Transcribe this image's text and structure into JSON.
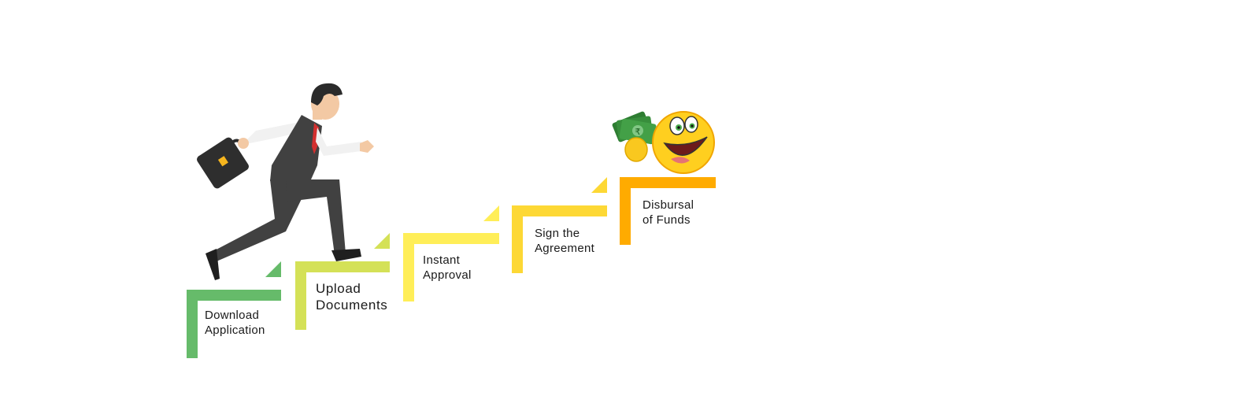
{
  "steps": [
    {
      "line1": "Download",
      "line2": "Application",
      "color": "#66bb6a"
    },
    {
      "line1": "Upload",
      "line2": "Documents",
      "color": "#d4e157"
    },
    {
      "line1": "Instant",
      "line2": "Approval",
      "color": "#ffee58"
    },
    {
      "line1": "Sign the",
      "line2": "Agreement",
      "color": "#fdd835"
    },
    {
      "line1": "Disbursal",
      "line2": "of Funds",
      "color": "#ffab00"
    }
  ],
  "illustrations": {
    "businessman": "running-businessman-icon",
    "reward": "money-emoji-icon",
    "currency_symbol": "₹"
  }
}
